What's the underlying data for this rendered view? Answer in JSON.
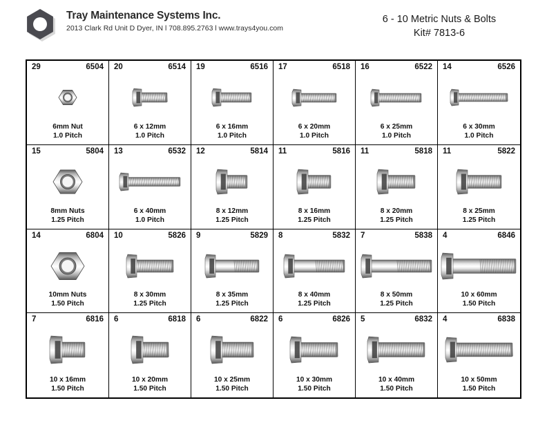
{
  "header": {
    "logo_icon": "hex-nut-logo-icon",
    "company_name": "Tray Maintenance Systems Inc.",
    "company_address": "2013 Clark Rd Unit D Dyer, IN l 708.895.2763 l www.trays4you.com",
    "kit_title_line1": "6 - 10 Metric Nuts & Bolts",
    "kit_title_line2": "Kit# 7813-6"
  },
  "colors": {
    "logo_dark": "#4a4a50",
    "logo_shadow": "#d8d8d8",
    "text": "#111111",
    "grid_line": "#000000",
    "metal_light": "#e8e8e8",
    "metal_mid": "#a8a8a8",
    "metal_dark": "#5a5a5a",
    "background": "#ffffff"
  },
  "grid": {
    "columns": 6,
    "rows": 4,
    "cells": [
      {
        "qty": "29",
        "sku": "6504",
        "size": "6mm Nut",
        "pitch": "1.0 Pitch",
        "part_icon": "hex-nut-icon",
        "part_type": "nut",
        "nut_size": 26
      },
      {
        "qty": "20",
        "sku": "6514",
        "size": "6 x 12mm",
        "pitch": "1.0 Pitch",
        "part_icon": "hex-bolt-icon",
        "part_type": "bolt",
        "shank_len": 38,
        "shank_dia": 14,
        "head_w": 13,
        "head_h": 26,
        "fully_threaded": true
      },
      {
        "qty": "19",
        "sku": "6516",
        "size": "6 x 16mm",
        "pitch": "1.0 Pitch",
        "part_icon": "hex-bolt-icon",
        "part_type": "bolt",
        "shank_len": 45,
        "shank_dia": 14,
        "head_w": 13,
        "head_h": 26,
        "fully_threaded": true
      },
      {
        "qty": "17",
        "sku": "6518",
        "size": "6 x 20mm",
        "pitch": "1.0 Pitch",
        "part_icon": "hex-bolt-icon",
        "part_type": "bolt",
        "shank_len": 52,
        "shank_dia": 13,
        "head_w": 13,
        "head_h": 25,
        "fully_threaded": true
      },
      {
        "qty": "16",
        "sku": "6522",
        "size": "6 x 25mm",
        "pitch": "1.0 Pitch",
        "part_icon": "hex-bolt-icon",
        "part_type": "bolt",
        "shank_len": 62,
        "shank_dia": 13,
        "head_w": 12,
        "head_h": 25,
        "fully_threaded": true
      },
      {
        "qty": "14",
        "sku": "6526",
        "size": "6 x 30mm",
        "pitch": "1.0 Pitch",
        "part_icon": "hex-bolt-icon",
        "part_type": "bolt",
        "shank_len": 72,
        "shank_dia": 12,
        "head_w": 12,
        "head_h": 24,
        "fully_threaded": true
      },
      {
        "qty": "15",
        "sku": "5804",
        "size": "8mm Nuts",
        "pitch": "1.25 Pitch",
        "part_icon": "hex-nut-icon",
        "part_type": "nut",
        "nut_size": 42
      },
      {
        "qty": "13",
        "sku": "6532",
        "size": "6 x 40mm",
        "pitch": "1.0 Pitch",
        "part_icon": "hex-bolt-icon",
        "part_type": "bolt",
        "shank_len": 76,
        "shank_dia": 13,
        "head_w": 13,
        "head_h": 26,
        "fully_threaded": true
      },
      {
        "qty": "12",
        "sku": "5814",
        "size": "8 x 12mm",
        "pitch": "1.25 Pitch",
        "part_icon": "hex-bolt-icon",
        "part_type": "bolt",
        "shank_len": 30,
        "shank_dia": 19,
        "head_w": 16,
        "head_h": 36,
        "fully_threaded": true
      },
      {
        "qty": "11",
        "sku": "5816",
        "size": "8 x 16mm",
        "pitch": "1.25 Pitch",
        "part_icon": "hex-bolt-icon",
        "part_type": "bolt",
        "shank_len": 34,
        "shank_dia": 19,
        "head_w": 16,
        "head_h": 36,
        "fully_threaded": true
      },
      {
        "qty": "11",
        "sku": "5818",
        "size": "8 x 20mm",
        "pitch": "1.25 Pitch",
        "part_icon": "hex-bolt-icon",
        "part_type": "bolt",
        "shank_len": 40,
        "shank_dia": 19,
        "head_w": 16,
        "head_h": 36,
        "fully_threaded": true
      },
      {
        "qty": "11",
        "sku": "5822",
        "size": "8 x 25mm",
        "pitch": "1.25 Pitch",
        "part_icon": "hex-bolt-icon",
        "part_type": "bolt",
        "shank_len": 50,
        "shank_dia": 19,
        "head_w": 16,
        "head_h": 36,
        "fully_threaded": true
      },
      {
        "qty": "14",
        "sku": "6804",
        "size": "10mm Nuts",
        "pitch": "1.50 Pitch",
        "part_icon": "hex-nut-icon",
        "part_type": "nut",
        "nut_size": 48
      },
      {
        "qty": "10",
        "sku": "5826",
        "size": "8 x 30mm",
        "pitch": "1.25 Pitch",
        "part_icon": "hex-bolt-icon",
        "part_type": "bolt",
        "shank_len": 54,
        "shank_dia": 18,
        "head_w": 15,
        "head_h": 34,
        "fully_threaded": true
      },
      {
        "qty": "9",
        "sku": "5829",
        "size": "8 x 35mm",
        "pitch": "1.25 Pitch",
        "part_icon": "hex-bolt-icon",
        "part_type": "bolt",
        "shank_len": 64,
        "shank_dia": 18,
        "head_w": 15,
        "head_h": 34,
        "fully_threaded": false
      },
      {
        "qty": "8",
        "sku": "5832",
        "size": "8 x 40mm",
        "pitch": "1.25 Pitch",
        "part_icon": "hex-bolt-icon",
        "part_type": "bolt",
        "shank_len": 74,
        "shank_dia": 18,
        "head_w": 15,
        "head_h": 34,
        "fully_threaded": false
      },
      {
        "qty": "7",
        "sku": "5838",
        "size": "8 x 50mm",
        "pitch": "1.25 Pitch",
        "part_icon": "hex-bolt-icon",
        "part_type": "bolt",
        "shank_len": 88,
        "shank_dia": 18,
        "head_w": 15,
        "head_h": 34,
        "fully_threaded": false
      },
      {
        "qty": "4",
        "sku": "6846",
        "size": "10 x 60mm",
        "pitch": "1.50 Pitch",
        "part_icon": "hex-bolt-icon",
        "part_type": "bolt",
        "shank_len": 92,
        "shank_dia": 21,
        "head_w": 17,
        "head_h": 38,
        "fully_threaded": false
      },
      {
        "qty": "7",
        "sku": "6816",
        "size": "10 x 16mm",
        "pitch": "1.50 Pitch",
        "part_icon": "hex-bolt-icon",
        "part_type": "bolt",
        "shank_len": 34,
        "shank_dia": 22,
        "head_w": 18,
        "head_h": 40,
        "fully_threaded": true
      },
      {
        "qty": "6",
        "sku": "6818",
        "size": "10 x 20mm",
        "pitch": "1.50 Pitch",
        "part_icon": "hex-bolt-icon",
        "part_type": "bolt",
        "shank_len": 38,
        "shank_dia": 22,
        "head_w": 17,
        "head_h": 40,
        "fully_threaded": true
      },
      {
        "qty": "6",
        "sku": "6822",
        "size": "10 x 25mm",
        "pitch": "1.50 Pitch",
        "part_icon": "hex-bolt-icon",
        "part_type": "bolt",
        "shank_len": 46,
        "shank_dia": 22,
        "head_w": 17,
        "head_h": 40,
        "fully_threaded": true
      },
      {
        "qty": "6",
        "sku": "6826",
        "size": "10 x 30mm",
        "pitch": "1.50 Pitch",
        "part_icon": "hex-bolt-icon",
        "part_type": "bolt",
        "shank_len": 54,
        "shank_dia": 21,
        "head_w": 16,
        "head_h": 38,
        "fully_threaded": true
      },
      {
        "qty": "5",
        "sku": "6832",
        "size": "10 x 40mm",
        "pitch": "1.50 Pitch",
        "part_icon": "hex-bolt-icon",
        "part_type": "bolt",
        "shank_len": 68,
        "shank_dia": 21,
        "head_w": 16,
        "head_h": 38,
        "fully_threaded": true
      },
      {
        "qty": "4",
        "sku": "6838",
        "size": "10 x 50mm",
        "pitch": "1.50 Pitch",
        "part_icon": "hex-bolt-icon",
        "part_type": "bolt",
        "shank_len": 82,
        "shank_dia": 20,
        "head_w": 16,
        "head_h": 36,
        "fully_threaded": true
      }
    ]
  }
}
